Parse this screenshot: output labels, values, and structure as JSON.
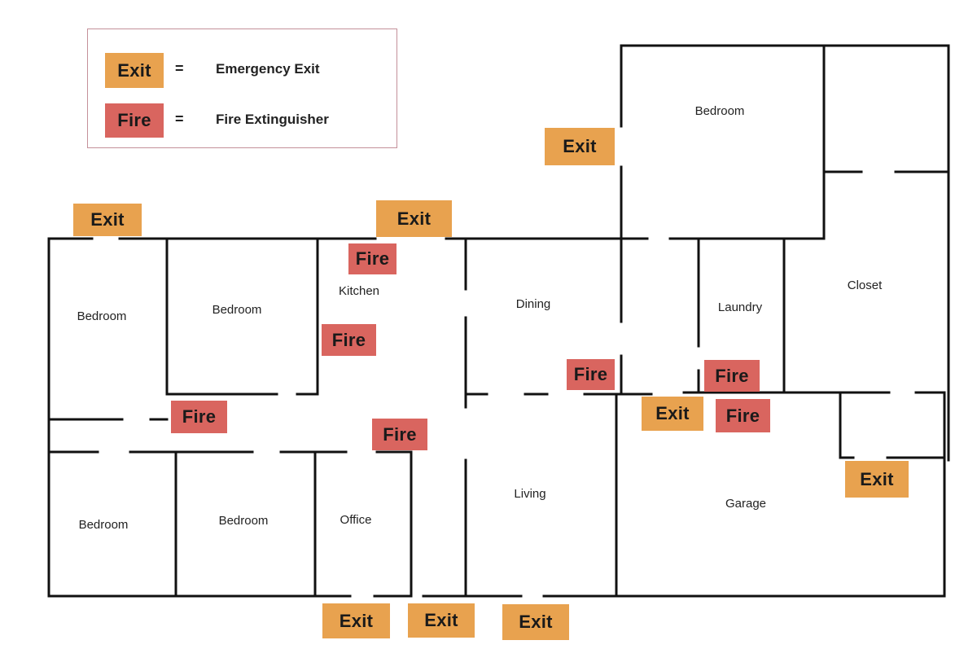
{
  "legend": {
    "exit_tag": "Exit",
    "exit_eq": "=",
    "exit_desc": "Emergency Exit",
    "fire_tag": "Fire",
    "fire_eq": "=",
    "fire_desc": "Fire Extinguisher"
  },
  "rooms": {
    "bedroom_top_right": "Bedroom",
    "bedroom_nw1": "Bedroom",
    "bedroom_nw2": "Bedroom",
    "kitchen": "Kitchen",
    "dining": "Dining",
    "laundry": "Laundry",
    "closet": "Closet",
    "bedroom_sw1": "Bedroom",
    "bedroom_sw2": "Bedroom",
    "office": "Office",
    "living": "Living",
    "garage": "Garage"
  },
  "markers": {
    "exit_label": "Exit",
    "fire_label": "Fire"
  },
  "colors": {
    "exit": "#e8a24f",
    "fire": "#d9655f",
    "wall": "#111111",
    "legend_border": "#c4909a"
  }
}
